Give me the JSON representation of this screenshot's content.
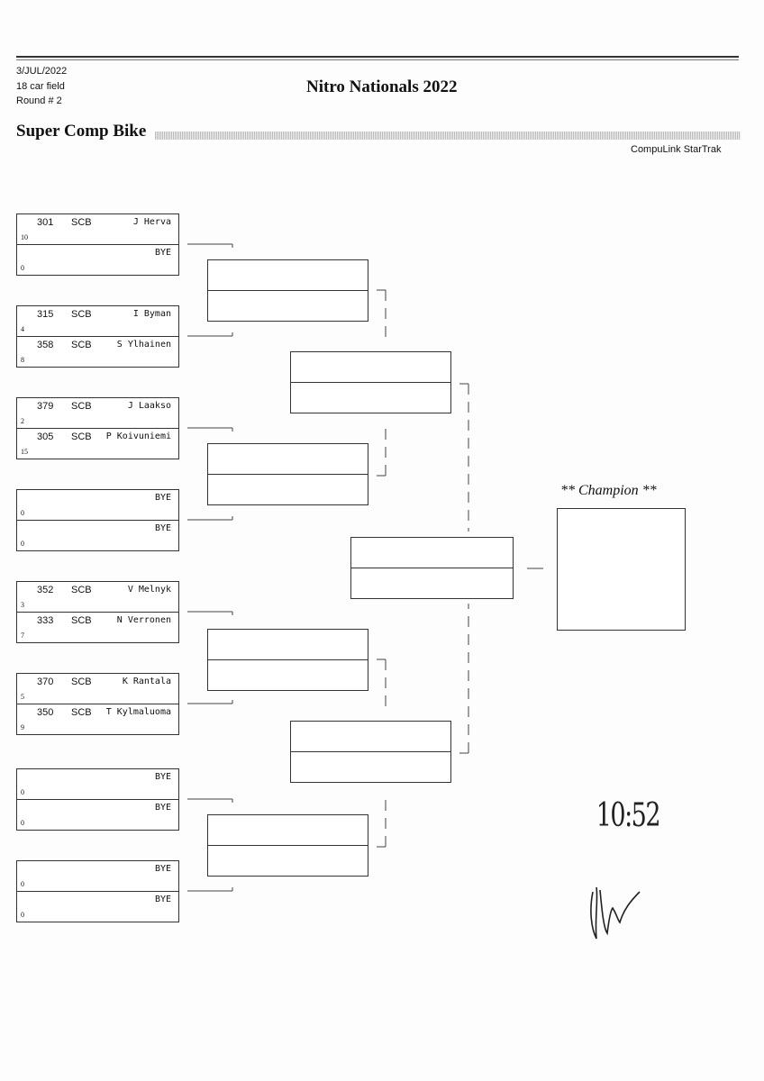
{
  "header": {
    "date": "3/JUL/2022",
    "field": "18 car field",
    "round": "Round # 2",
    "title": "Nitro Nationals 2022",
    "class_name": "Super Comp Bike",
    "software": "CompuLink StarTrak"
  },
  "round1": [
    {
      "top": {
        "num": "301",
        "cls": "SCB",
        "name": "J Herva",
        "lane": "10"
      },
      "bot": {
        "num": "",
        "cls": "",
        "name": "BYE",
        "lane": "0"
      }
    },
    {
      "top": {
        "num": "315",
        "cls": "SCB",
        "name": "I Byman",
        "lane": "4"
      },
      "bot": {
        "num": "358",
        "cls": "SCB",
        "name": "S Ylhainen",
        "lane": "8"
      }
    },
    {
      "top": {
        "num": "379",
        "cls": "SCB",
        "name": "J Laakso",
        "lane": "2"
      },
      "bot": {
        "num": "305",
        "cls": "SCB",
        "name": "P Koivuniemi",
        "lane": "15"
      }
    },
    {
      "top": {
        "num": "",
        "cls": "",
        "name": "BYE",
        "lane": "0"
      },
      "bot": {
        "num": "",
        "cls": "",
        "name": "BYE",
        "lane": "0"
      }
    },
    {
      "top": {
        "num": "352",
        "cls": "SCB",
        "name": "V Melnyk",
        "lane": "3"
      },
      "bot": {
        "num": "333",
        "cls": "SCB",
        "name": "N Verronen",
        "lane": "7"
      }
    },
    {
      "top": {
        "num": "370",
        "cls": "SCB",
        "name": "K Rantala",
        "lane": "5"
      },
      "bot": {
        "num": "350",
        "cls": "SCB",
        "name": "T Kylmaluoma",
        "lane": "9"
      }
    },
    {
      "top": {
        "num": "",
        "cls": "",
        "name": "BYE",
        "lane": "0"
      },
      "bot": {
        "num": "",
        "cls": "",
        "name": "BYE",
        "lane": "0"
      }
    },
    {
      "top": {
        "num": "",
        "cls": "",
        "name": "BYE",
        "lane": "0"
      },
      "bot": {
        "num": "",
        "cls": "",
        "name": "BYE",
        "lane": "0"
      }
    }
  ],
  "champion": {
    "label": "** Champion **"
  },
  "handwritten": {
    "time": "10:52"
  }
}
